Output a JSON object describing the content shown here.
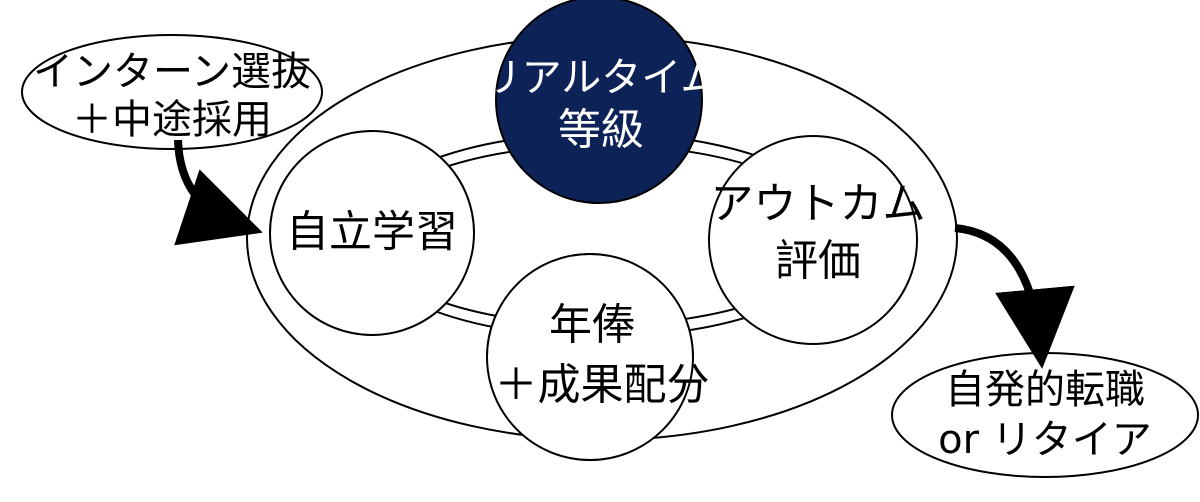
{
  "inputs": {
    "line1": "インターン選抜",
    "line2": "＋中途採用"
  },
  "cycle": {
    "realtime": {
      "line1": "リアルタイム",
      "line2": "等級"
    },
    "learning": {
      "line1": "自立学習"
    },
    "outcome": {
      "line1": "アウトカム",
      "line2": "評価"
    },
    "salary": {
      "line1": "年俸",
      "line2": "＋成果配分"
    }
  },
  "outputs": {
    "line1": "自発的転職",
    "line2": "or リタイア"
  },
  "colors": {
    "accent_navy": "#0d2257",
    "stroke": "#000000",
    "background": "#ffffff"
  }
}
